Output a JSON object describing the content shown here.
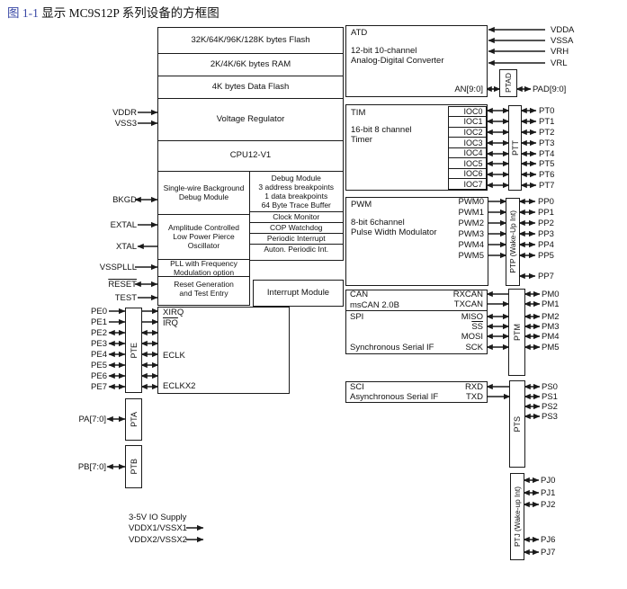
{
  "title": {
    "figure": "图 1-1",
    "text": "显示 MC9S12P 系列设备的方框图"
  },
  "colors": {
    "figure_link_blue": "#3847a5",
    "line": "#1a1a1a",
    "background": "#ffffff"
  },
  "memory": {
    "flash": "32K/64K/96K/128K bytes Flash",
    "ram": "2K/4K/6K bytes RAM",
    "data_flash": "4K bytes Data Flash",
    "vreg": "Voltage Regulator",
    "cpu": "CPU12-V1"
  },
  "core": {
    "swbdm": "Single-wire Background\nDebug Module",
    "debug": "Debug Module\n3 address breakpoints\n1 data breakpoints\n64 Byte Trace Buffer",
    "osc": "Amplitude Controlled\nLow Power Pierce\nOscillator",
    "clock_monitor": "Clock Monitor",
    "cop_watchdog": "COP Watchdog",
    "periodic_interrupt": "Periodic Interrupt",
    "auton_periodic_int": "Auton. Periodic Int.",
    "pll": "PLL with Frequency\nModulation option",
    "reset_gen": "Reset Generation\nand Test Entry",
    "interrupt_module": "Interrupt Module"
  },
  "left_pins": {
    "vddr": "VDDR",
    "vss3": "VSS3",
    "bkgd": "BKGD",
    "extal": "EXTAL",
    "xtal": "XTAL",
    "vssplll": "VSSPLLL",
    "reset": "RESET",
    "test": "TEST"
  },
  "pe_pins": [
    "PE0",
    "PE1",
    "PE2",
    "PE3",
    "PE4",
    "PE5",
    "PE6",
    "PE7"
  ],
  "core_signals": {
    "xirq": "XIRQ",
    "irq": "IRQ",
    "eclk": "ECLK",
    "eclkx2": "ECLKX2"
  },
  "ports": {
    "pte": "PTE",
    "pta": "PTA",
    "ptb": "PTB",
    "ptad": "PTAD",
    "ptt": "PTT",
    "ptp": "PTP (Wake-Up Int)",
    "ptm": "PTM",
    "pts": "PTS",
    "ptj": "PTJ (Wake-up Int)"
  },
  "buses": {
    "pa": "PA[7:0]",
    "pb": "PB[7:0]",
    "an": "AN[9:0]",
    "pad": "PAD[9:0]"
  },
  "atd": {
    "name": "ATD",
    "desc": "12-bit 10-channel\nAnalog-Digital Converter",
    "supplies": [
      "VDDA",
      "VSSA",
      "VRH",
      "VRL"
    ]
  },
  "tim": {
    "name": "TIM",
    "desc": "16-bit 8 channel\nTimer",
    "channels": [
      "IOC0",
      "IOC1",
      "IOC2",
      "IOC3",
      "IOC4",
      "IOC5",
      "IOC6",
      "IOC7"
    ],
    "pins": [
      "PT0",
      "PT1",
      "PT2",
      "PT3",
      "PT4",
      "PT5",
      "PT6",
      "PT7"
    ]
  },
  "pwm": {
    "name": "PWM",
    "desc": "8-bit 6channel\nPulse Width Modulator",
    "channels": [
      "PWM0",
      "PWM1",
      "PWM2",
      "PWM3",
      "PWM4",
      "PWM5"
    ],
    "pins": [
      "PP0",
      "PP1",
      "PP2",
      "PP3",
      "PP4",
      "PP5",
      "PP7"
    ]
  },
  "can": {
    "name": "CAN",
    "desc": "msCAN 2.0B",
    "signals": [
      "RXCAN",
      "TXCAN"
    ]
  },
  "spi": {
    "name": "SPI",
    "desc": "Synchronous Serial IF",
    "signals": [
      "MISO",
      "SS",
      "MOSI",
      "SCK"
    ]
  },
  "sci": {
    "name": "SCI",
    "desc": "Asynchronous Serial IF",
    "signals": [
      "RXD",
      "TXD"
    ]
  },
  "ptm_pins": [
    "PM0",
    "PM1",
    "PM2",
    "PM3",
    "PM4",
    "PM5"
  ],
  "pts_pins": [
    "PS0",
    "PS1",
    "PS2",
    "PS3"
  ],
  "ptj_pins": [
    "PJ0",
    "PJ1",
    "PJ2",
    "PJ6",
    "PJ7"
  ],
  "supply": {
    "io": "3-5V IO Supply",
    "vddx1": "VDDX1/VSSX1",
    "vddx2": "VDDX2/VSSX2"
  }
}
